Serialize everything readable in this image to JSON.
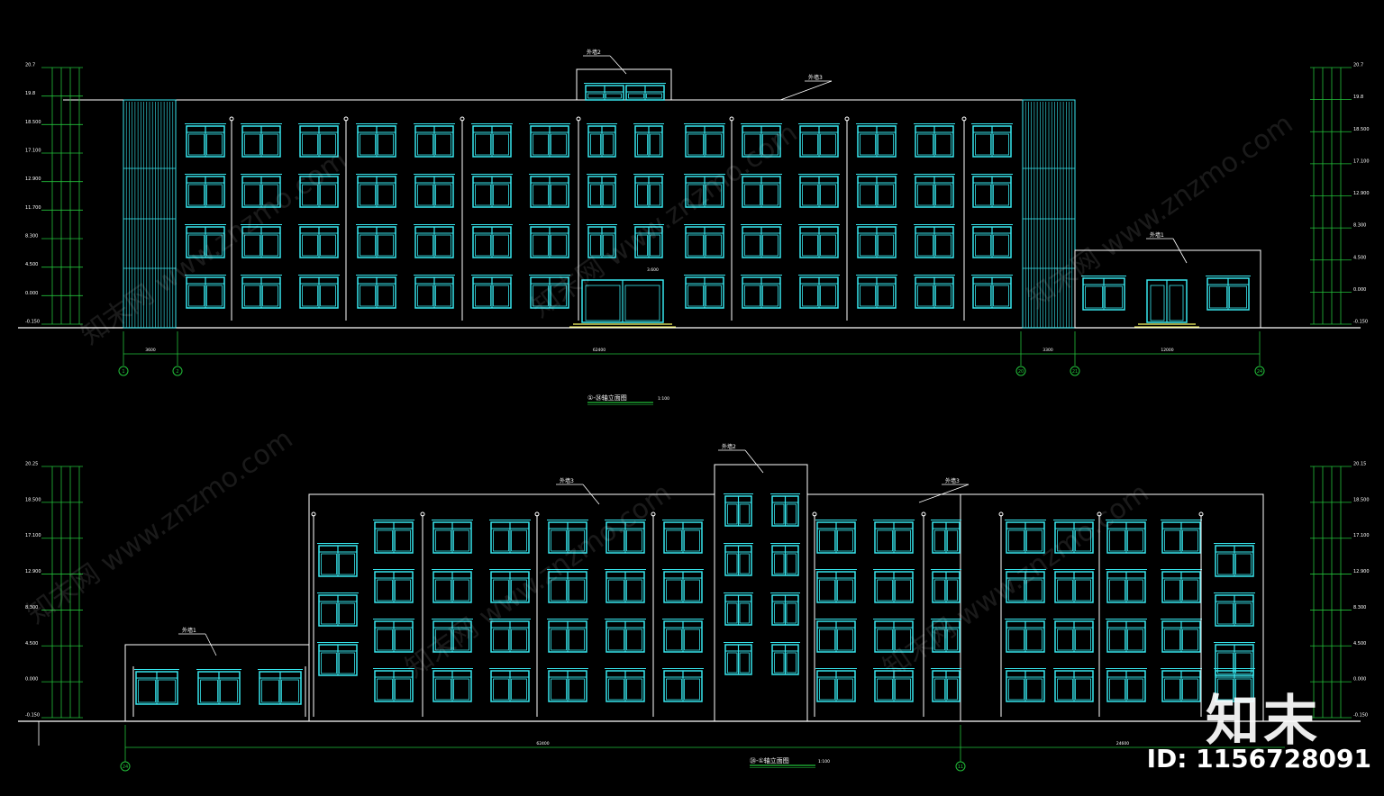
{
  "colors": {
    "background": "#000000",
    "outline": "#ffffff",
    "window": "#37e6ee",
    "dimension": "#22c03a",
    "door": "#ffff66"
  },
  "top_elevation": {
    "title": "①-㉔轴立面图",
    "scale": "1:100",
    "roof_note": "外墙3",
    "tower_note": "外墙2",
    "annex_note": "外墙1",
    "elevations_left": [
      "20.7",
      "19.8",
      "18.500",
      "17.100",
      "12.900",
      "11.700",
      "8.300",
      "4.500",
      "0.000",
      "-0.150"
    ],
    "elevations_right": [
      "20.7",
      "19.8",
      "18.500",
      "17.100",
      "12.900",
      "8.300",
      "4.500",
      "0.000",
      "-0.150"
    ],
    "canopy_level": "3.600",
    "axes": [
      "1",
      "2",
      "20",
      "21",
      "24"
    ],
    "spans": [
      "3600",
      "62400",
      "3300",
      "12000"
    ]
  },
  "bottom_elevation": {
    "title": "㉔-①轴立面图",
    "scale": "1:100",
    "roof_note_left": "外墙3",
    "roof_note_right": "外墙3",
    "tower_note": "外墙2",
    "annex_note": "外墙1",
    "elevations_left": [
      "20.25",
      "18.500",
      "17.100",
      "12.900",
      "8.300",
      "4.500",
      "0.000",
      "-0.150"
    ],
    "elevations_right": [
      "20.15",
      "18.500",
      "17.100",
      "12.900",
      "8.300",
      "4.500",
      "0.000",
      "-0.150"
    ],
    "axes": [
      "24",
      "11"
    ],
    "spans": [
      "62400",
      "24600"
    ]
  },
  "watermark": "知末网 www.znzmo.com",
  "logo_text": "知末",
  "id_text": "ID: 1156728091"
}
